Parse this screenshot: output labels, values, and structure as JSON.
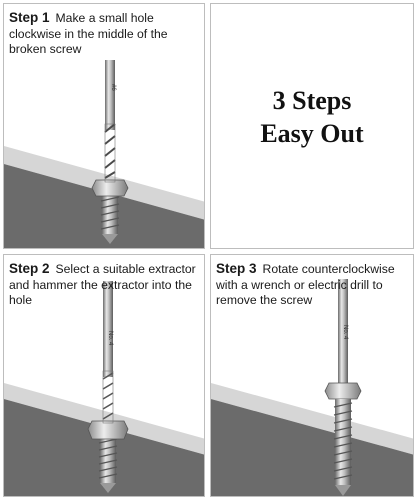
{
  "panels": [
    {
      "step": "Step 1",
      "text": "Make a small hole clockwise in the middle of the broken screw"
    },
    {
      "title_line1": "3 Steps",
      "title_line2": "Easy Out"
    },
    {
      "step": "Step 2",
      "text": "Select a suitable extractor and hammer the extractor into the hole"
    },
    {
      "step": "Step 3",
      "text": "Rotate counterclockwise with a wrench or electric drill to remove the screw"
    }
  ],
  "tool_marks": {
    "drill_label": "#6",
    "extractor_label": "No. 4"
  },
  "colors": {
    "surface_top": "#d4d4d4",
    "surface_front": "#6b6b6b",
    "metal_light": "#e6e6e6",
    "metal_dark": "#5a5a5a"
  }
}
